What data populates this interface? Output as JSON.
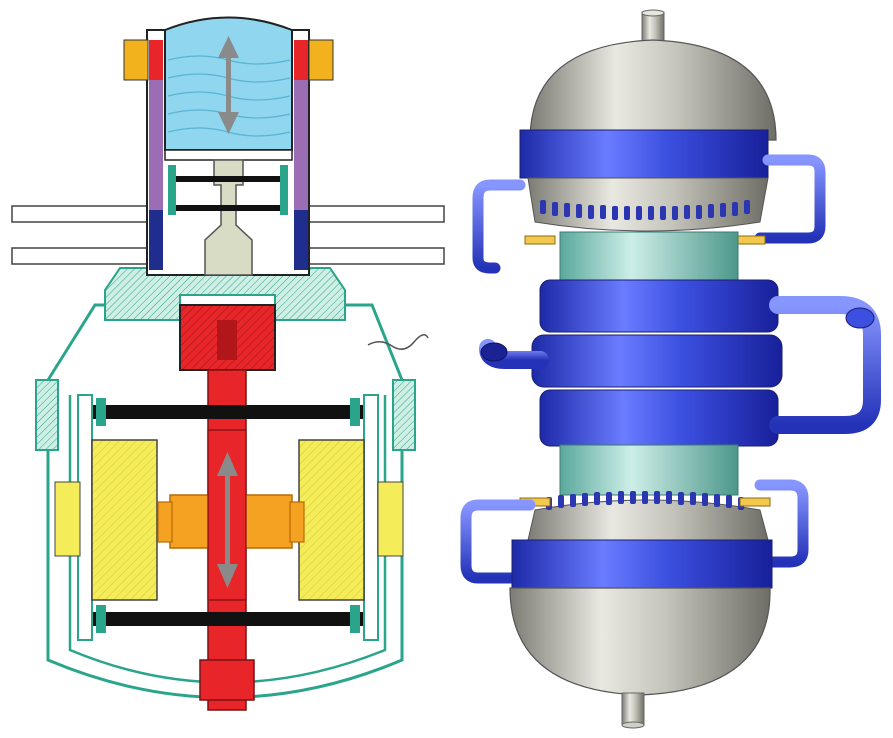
{
  "figure": {
    "panels": [
      {
        "id": "cross-section",
        "kind": "sectional-drawing"
      },
      {
        "id": "3d-render",
        "kind": "shaded-3d-model"
      }
    ]
  },
  "colors": {
    "background": "#ffffff",
    "casing": "#2aa58c",
    "casing_fill": "#cfeee4",
    "piston_red": "#e8262a",
    "piston_dark": "#b0161a",
    "magnet_yellow": "#f4ec58",
    "coupling_orange": "#f5a122",
    "compression_blue": "#8fd6ee",
    "bolt_black": "#111111",
    "seal_purple": "#9b6db2",
    "coil_navy": "#1f2e8c",
    "tab_gold": "#f2b21e",
    "arrow_grey": "#8a8a8a",
    "shell_silver": "#c9c9c0",
    "ring_blue": "#3b4fe0",
    "ring_highlight": "#7b8cff",
    "band_teal": "#9fd8cf",
    "pin_yellow": "#f2c94c"
  },
  "icons": {
    "double_arrow": "up-down-arrow-icon",
    "wire": "sensor-wire-icon"
  }
}
